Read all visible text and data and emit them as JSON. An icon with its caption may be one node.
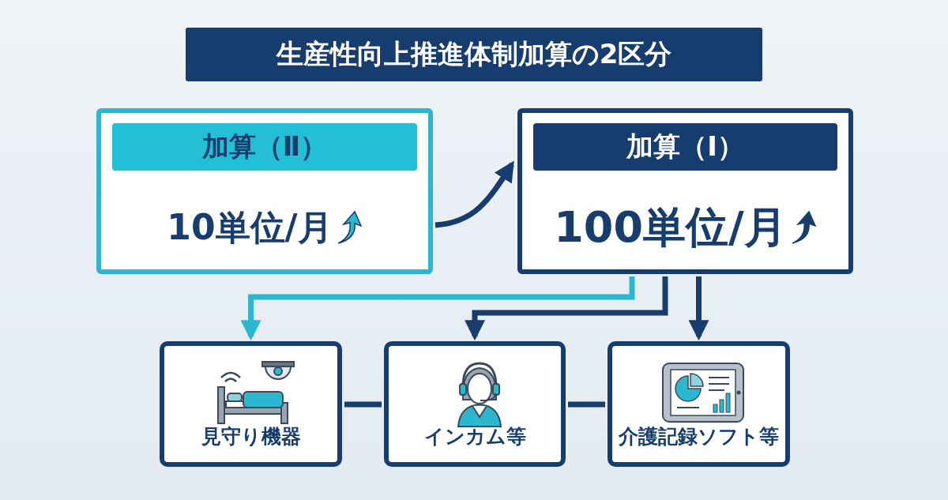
{
  "diagram": {
    "title": "生産性向上推進体制加算の2区分",
    "nodes": [
      {
        "text": [
          "加算（Ⅱ）",
          "10単位/月"
        ]
      },
      {
        "text": [
          "加算（Ⅰ）",
          "100単位/月"
        ]
      },
      {
        "text": [
          "見守り機器"
        ]
      },
      {
        "text": [
          "インカム等"
        ]
      },
      {
        "text": [
          "介護記録ソフト等"
        ]
      }
    ],
    "edges": [
      {
        "from": 0,
        "to": 1,
        "arrow": "to"
      },
      {
        "from": 1,
        "to": 2,
        "arrow": "to",
        "color": "#2bb7cf"
      },
      {
        "from": 1,
        "to": 3,
        "arrow": "to"
      },
      {
        "from": 1,
        "to": 4,
        "arrow": "to"
      },
      {
        "from": 2,
        "to": 3,
        "arrow": "none"
      },
      {
        "from": 3,
        "to": 4,
        "arrow": "none"
      }
    ]
  }
}
